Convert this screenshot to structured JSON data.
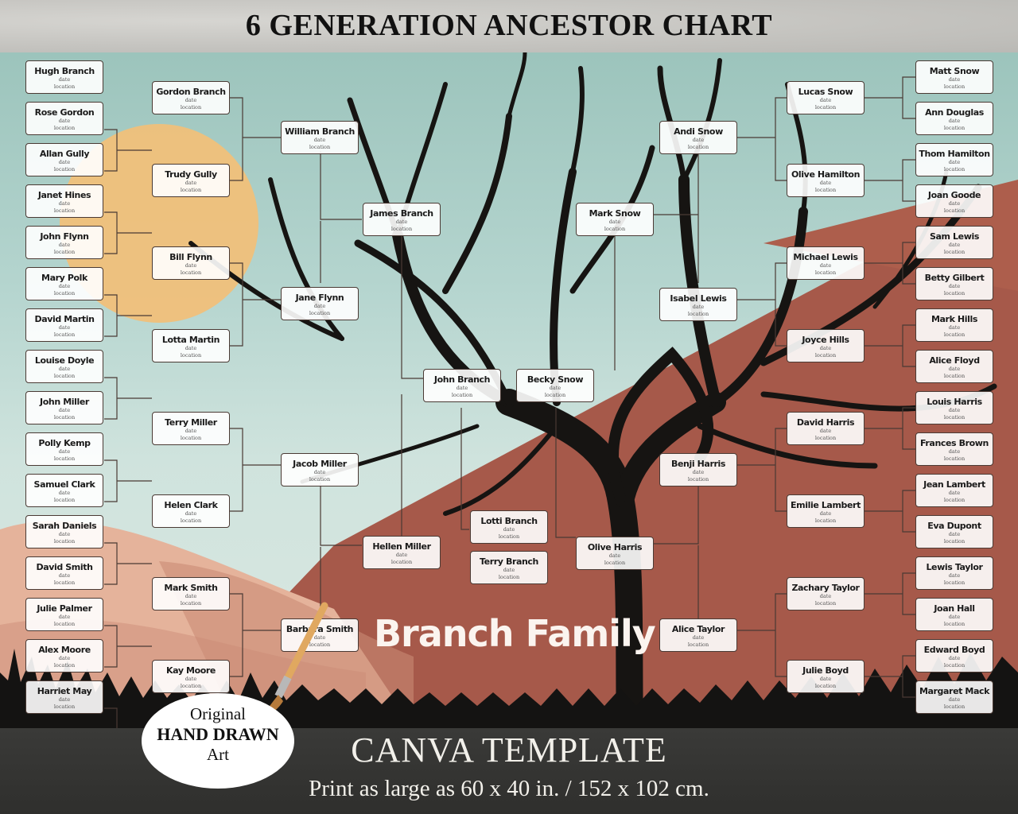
{
  "header": {
    "title": "6 GENERATION ANCESTOR CHART"
  },
  "chart": {
    "family_title": "Branch Family",
    "date_placeholder": "date",
    "location_placeholder": "location",
    "root_couple": [
      {
        "name": "John Branch"
      },
      {
        "name": "Becky Snow"
      }
    ],
    "siblings": [
      {
        "name": "Lotti Branch"
      },
      {
        "name": "Terry Branch"
      }
    ],
    "left": {
      "gen2": [
        {
          "name": "James Branch"
        },
        {
          "name": "Hellen Miller"
        }
      ],
      "gen3": [
        {
          "name": "William Branch"
        },
        {
          "name": "Jane Flynn"
        },
        {
          "name": "Jacob Miller"
        },
        {
          "name": "Barbara Smith"
        }
      ],
      "gen4": [
        {
          "name": "Gordon Branch"
        },
        {
          "name": "Trudy Gully"
        },
        {
          "name": "Bill Flynn"
        },
        {
          "name": "Lotta Martin"
        },
        {
          "name": "Terry Miller"
        },
        {
          "name": "Helen Clark"
        },
        {
          "name": "Mark Smith"
        },
        {
          "name": "Kay Moore"
        }
      ],
      "gen5": [
        {
          "name": "Hugh Branch"
        },
        {
          "name": "Rose Gordon"
        },
        {
          "name": "Allan Gully"
        },
        {
          "name": "Janet Hines"
        },
        {
          "name": "John Flynn"
        },
        {
          "name": "Mary Polk"
        },
        {
          "name": "David Martin"
        },
        {
          "name": "Louise Doyle"
        },
        {
          "name": "John Miller"
        },
        {
          "name": "Polly Kemp"
        },
        {
          "name": "Samuel Clark"
        },
        {
          "name": "Sarah Daniels"
        },
        {
          "name": "David Smith"
        },
        {
          "name": "Julie Palmer"
        },
        {
          "name": "Alex Moore"
        },
        {
          "name": "Harriet May"
        }
      ]
    },
    "right": {
      "gen2": [
        {
          "name": "Mark Snow"
        },
        {
          "name": "Olive Harris"
        }
      ],
      "gen3": [
        {
          "name": "Andi Snow"
        },
        {
          "name": "Isabel Lewis"
        },
        {
          "name": "Benji Harris"
        },
        {
          "name": "Alice Taylor"
        }
      ],
      "gen4": [
        {
          "name": "Lucas Snow"
        },
        {
          "name": "Olive Hamilton"
        },
        {
          "name": "Michael Lewis"
        },
        {
          "name": "Joyce Hills"
        },
        {
          "name": "David Harris"
        },
        {
          "name": "Emilie Lambert"
        },
        {
          "name": "Zachary Taylor"
        },
        {
          "name": "Julie Boyd"
        }
      ],
      "gen5": [
        {
          "name": "Matt Snow"
        },
        {
          "name": "Ann Douglas"
        },
        {
          "name": "Thom Hamilton"
        },
        {
          "name": "Joan Goode"
        },
        {
          "name": "Sam Lewis"
        },
        {
          "name": "Betty Gilbert"
        },
        {
          "name": "Mark Hills"
        },
        {
          "name": "Alice Floyd"
        },
        {
          "name": "Louis Harris"
        },
        {
          "name": "Frances Brown"
        },
        {
          "name": "Jean Lambert"
        },
        {
          "name": "Eva Dupont"
        },
        {
          "name": "Lewis Taylor"
        },
        {
          "name": "Joan Hall"
        },
        {
          "name": "Edward Boyd"
        },
        {
          "name": "Margaret Mack"
        }
      ]
    }
  },
  "badge": {
    "line1": "Original",
    "line2": "HAND DRAWN",
    "line3": "Art"
  },
  "footer": {
    "headline": "CANVA TEMPLATE",
    "subline": "Print as large as 60 x 40 in. / 152 x 102 cm."
  },
  "colors": {
    "sky": "#b5d5cf",
    "sun": "#f1c27a",
    "hill": "#a6584a",
    "sand": "#e7b7a0",
    "tree": "#161412",
    "line": "#4a3a34",
    "footer_bg": "#333331"
  }
}
